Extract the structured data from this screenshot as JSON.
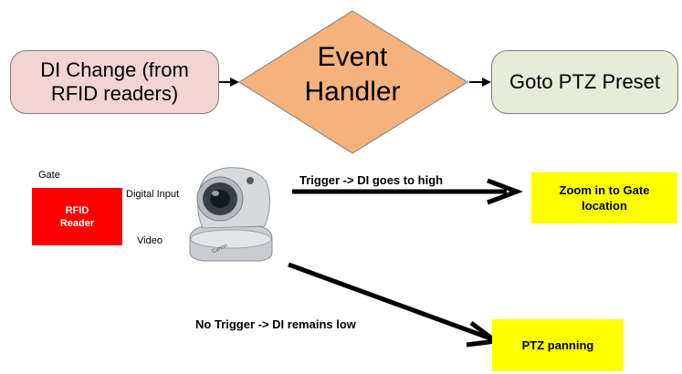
{
  "flow": {
    "input_box": "DI Change (from RFID readers)",
    "handler_line1": "Event",
    "handler_line2": "Handler",
    "output_box": "Goto PTZ Preset"
  },
  "scene": {
    "gate_label": "Gate",
    "reader_line1": "RFID",
    "reader_line2": "Reader",
    "digital_input_label": "Digital Input",
    "video_label": "Video",
    "trigger_label": "Trigger -> DI goes to high",
    "no_trigger_label": "No Trigger -> DI remains low",
    "zoom_box": "Zoom in to Gate location",
    "panning_box": "PTZ panning",
    "camera_brand": "Canon"
  },
  "colors": {
    "input_box_fill": "#f2d4d3",
    "handler_fill": "#f5b27c",
    "output_box_fill": "#e6ecd8",
    "reader_fill": "#ff0000",
    "result_fill": "#ffff00"
  }
}
